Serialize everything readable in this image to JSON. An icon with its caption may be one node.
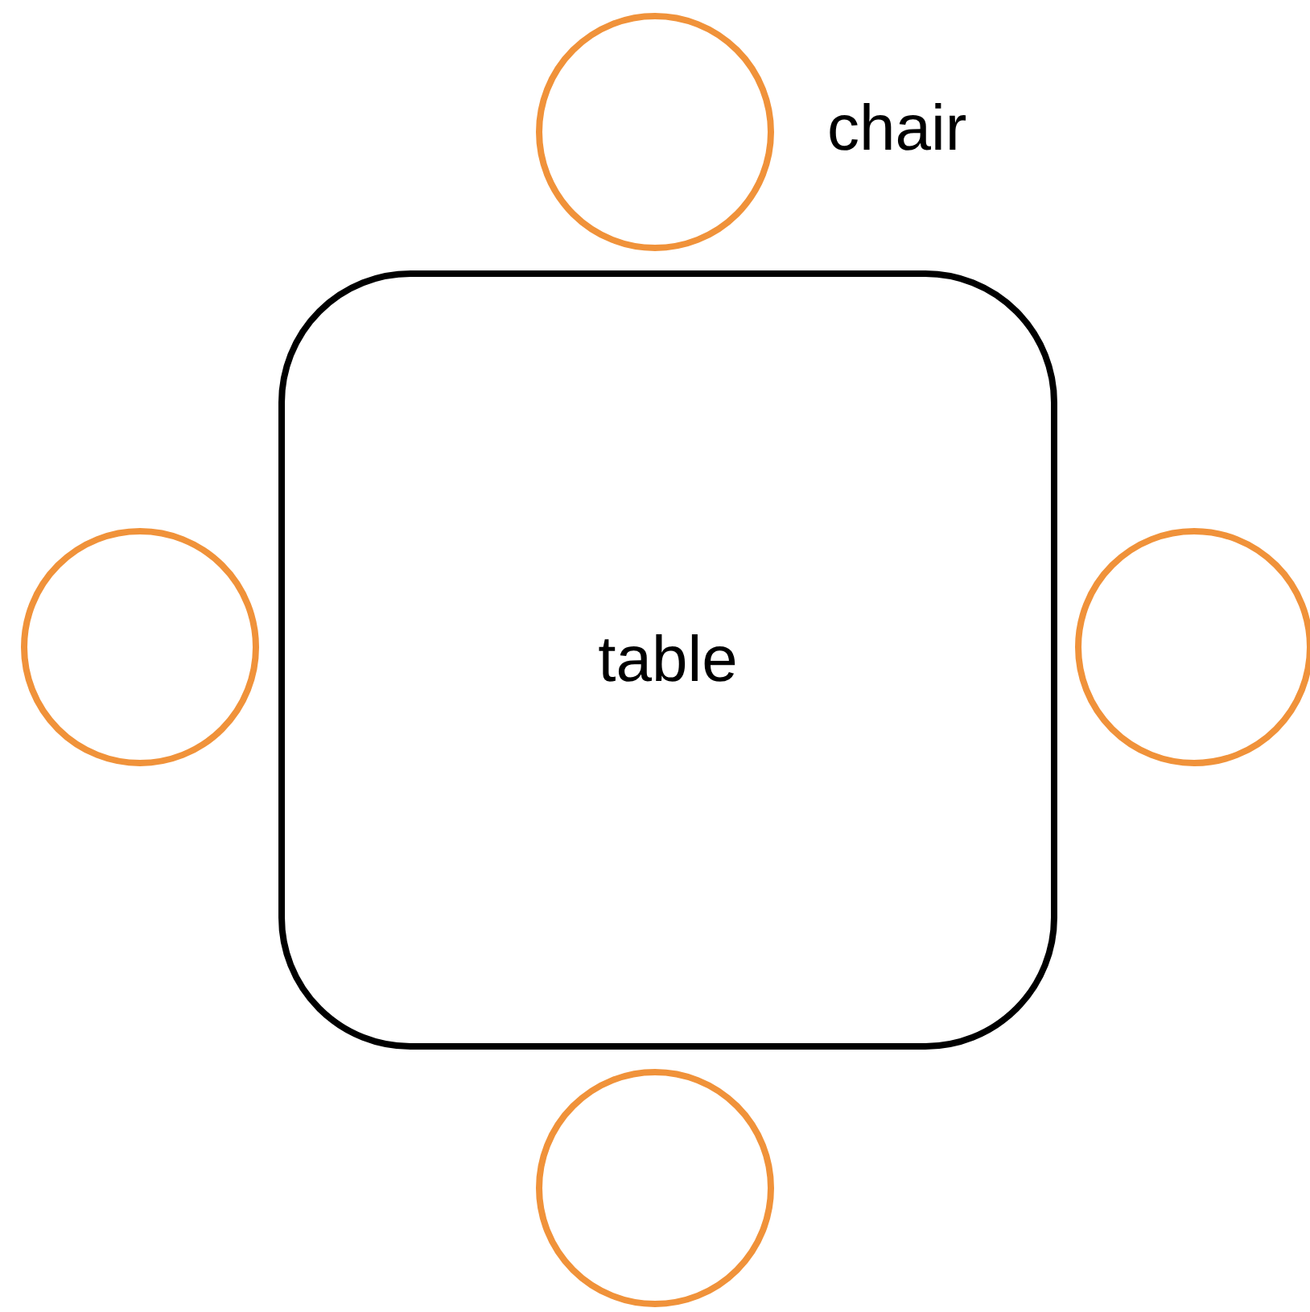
{
  "diagram": {
    "nodes": [
      {
        "text": [],
        "shape": "circle",
        "beside": [
          "chair"
        ]
      },
      {
        "text": [
          "table"
        ]
      },
      {
        "text": [],
        "shape": "circle"
      },
      {
        "text": [],
        "shape": "circle"
      },
      {
        "text": [],
        "shape": "circle"
      }
    ]
  }
}
